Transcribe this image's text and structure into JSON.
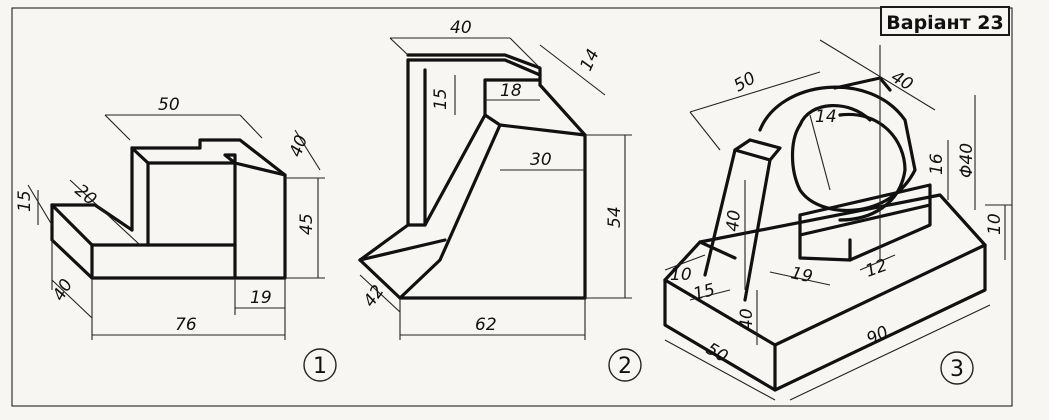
{
  "title": "Варіант 23",
  "figures": [
    {
      "number": "1",
      "dimensions": [
        "50",
        "40",
        "15",
        "20",
        "45",
        "40",
        "19",
        "76"
      ]
    },
    {
      "number": "2",
      "dimensions": [
        "40",
        "14",
        "15",
        "18",
        "30",
        "54",
        "42",
        "62"
      ]
    },
    {
      "number": "3",
      "dimensions": [
        "50",
        "40",
        "14",
        "Φ40",
        "16",
        "40",
        "10",
        "10",
        "15",
        "19",
        "12",
        "40",
        "50",
        "90"
      ]
    }
  ]
}
